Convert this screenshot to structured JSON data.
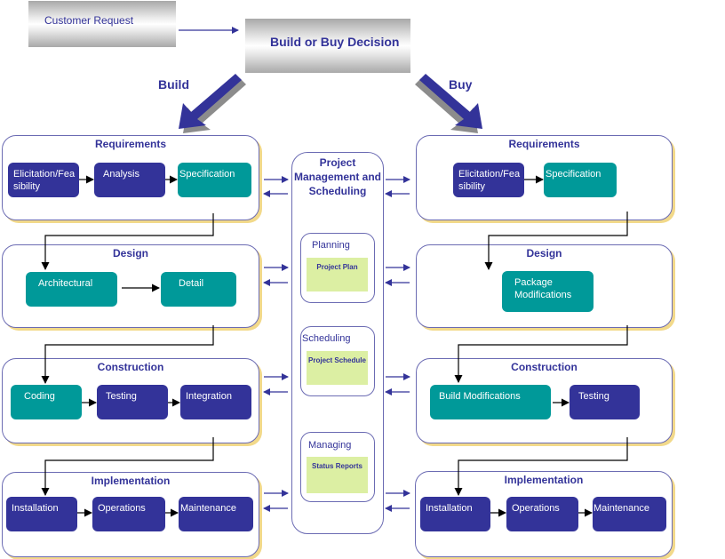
{
  "header": {
    "customer_request": "Customer Request",
    "decision": "Build or Buy Decision",
    "build_label": "Build",
    "buy_label": "Buy"
  },
  "build": {
    "requirements": {
      "title": "Requirements",
      "steps": [
        "Elicitation/Fea sibility",
        "Analysis",
        "Specification"
      ]
    },
    "design": {
      "title": "Design",
      "steps": [
        "Architectural",
        "Detail"
      ]
    },
    "construction": {
      "title": "Construction",
      "steps": [
        "Coding",
        "Testing",
        "Integration"
      ]
    },
    "implementation": {
      "title": "Implementation",
      "steps": [
        "Installation",
        "Operations",
        "Maintenance"
      ]
    }
  },
  "buy": {
    "requirements": {
      "title": "Requirements",
      "steps": [
        "Elicitation/Fea sibility",
        "Specification"
      ]
    },
    "design": {
      "title": "Design",
      "steps": [
        "Package Modifications"
      ]
    },
    "construction": {
      "title": "Construction",
      "steps": [
        "Build Modifications",
        "Testing"
      ]
    },
    "implementation": {
      "title": "Implementation",
      "steps": [
        "Installation",
        "Operations",
        "Maintenance"
      ]
    }
  },
  "pm": {
    "title": "Project Management and Scheduling",
    "sections": [
      {
        "label": "Planning",
        "note": "Project Plan"
      },
      {
        "label": "Scheduling",
        "note": "Project Schedule"
      },
      {
        "label": "Managing",
        "note": "Status Reports"
      }
    ]
  },
  "colors": {
    "navy": "#333399",
    "teal": "#009999",
    "note_green": "#dcefa3",
    "shadow_gold": "#f2d98a"
  }
}
